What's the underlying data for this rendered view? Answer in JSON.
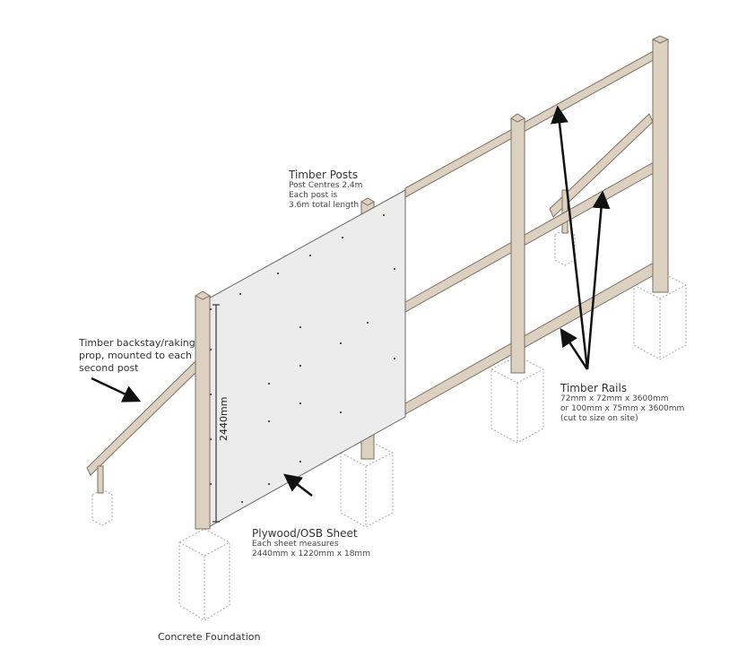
{
  "labels": {
    "posts": {
      "title": "Timber Posts",
      "lines": [
        "Post Centres 2.4m",
        "Each post is",
        "3.6m total length"
      ]
    },
    "rails": {
      "title": "Timber Rails",
      "lines": [
        "72mm x 72mm x 3600mm",
        "or 100mm x 75mm x 3600mm",
        "(cut to size on site)"
      ]
    },
    "sheet": {
      "title": "Plywood/OSB Sheet",
      "lines": [
        "Each sheet measures",
        "2440mm x 1220mm x 18mm"
      ]
    },
    "backstay": {
      "lines": [
        "Timber backstay/raking",
        "prop, mounted to each",
        "second post"
      ]
    },
    "foundation": {
      "title": "Concrete Foundation"
    },
    "dimension": "2440mm"
  },
  "colors": {
    "timber": "#dcd0c0",
    "timber_edge": "#8d7f6e",
    "sheet": "#e9e9e9",
    "outline": "#555555"
  }
}
